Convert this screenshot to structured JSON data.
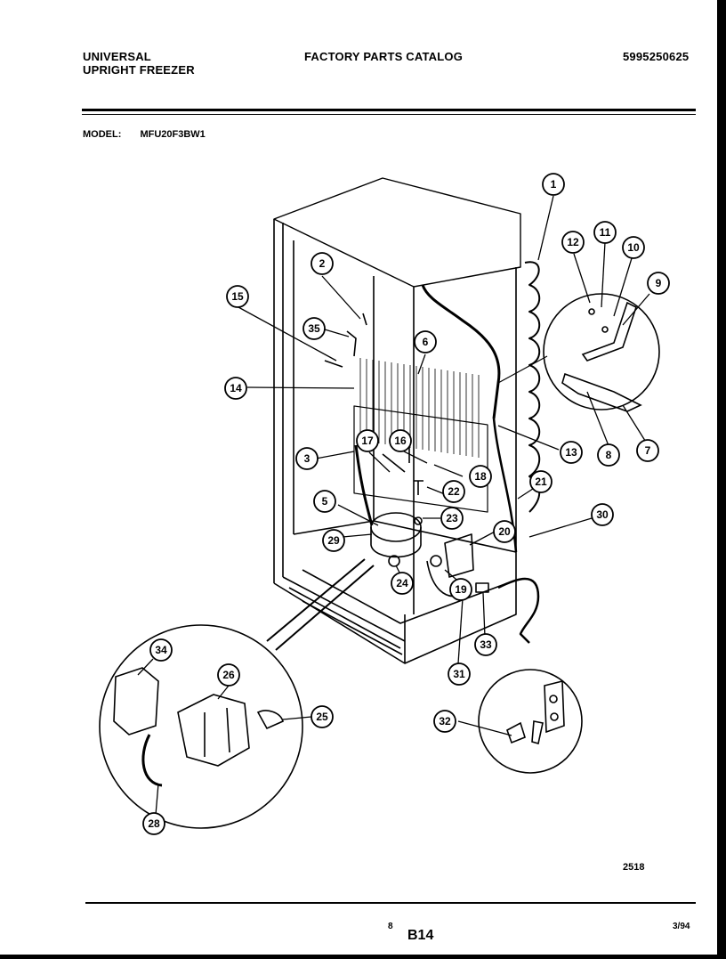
{
  "header": {
    "brand_line1": "UNIVERSAL",
    "brand_line2": "UPRIGHT FREEZER",
    "catalog_title": "FACTORY PARTS CATALOG",
    "part_number": "5995250625"
  },
  "model": {
    "label": "MODEL:",
    "value": "MFU20F3BW1"
  },
  "diagram": {
    "callouts": [
      "1",
      "2",
      "3",
      "5",
      "6",
      "7",
      "8",
      "9",
      "10",
      "11",
      "12",
      "13",
      "14",
      "15",
      "16",
      "17",
      "18",
      "19",
      "20",
      "21",
      "22",
      "23",
      "24",
      "25",
      "26",
      "28",
      "29",
      "30",
      "31",
      "32",
      "33",
      "34",
      "35"
    ]
  },
  "footer": {
    "drawing_number": "2518",
    "page_number": "8",
    "section_code": "B14",
    "date": "3/94"
  }
}
